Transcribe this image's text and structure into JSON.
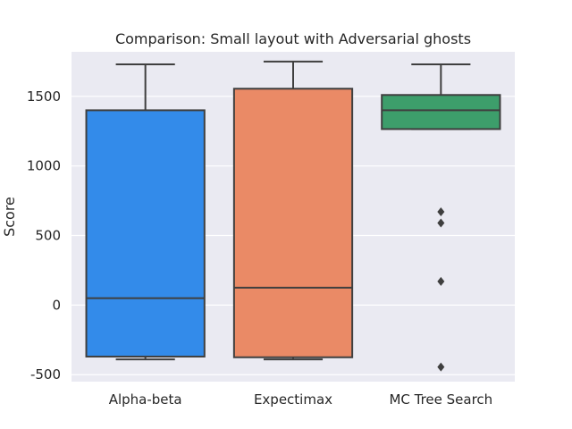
{
  "chart_data": {
    "type": "box",
    "title": "Comparison: Small layout with Adversarial ghosts",
    "xlabel": "",
    "ylabel": "Score",
    "ylim": [
      -550,
      1820
    ],
    "yticks": [
      -500,
      0,
      500,
      1000,
      1500
    ],
    "grid": true,
    "categories": [
      "Alpha-beta",
      "Expectimax",
      "MC Tree Search"
    ],
    "boxes": [
      {
        "name": "Alpha-beta",
        "whisker_low": -390,
        "q1": -370,
        "median": 50,
        "q3": 1400,
        "whisker_high": 1730,
        "outliers": [],
        "color": "#338bea"
      },
      {
        "name": "Expectimax",
        "whisker_low": -390,
        "q1": -375,
        "median": 125,
        "q3": 1555,
        "whisker_high": 1750,
        "outliers": [],
        "color": "#ea8a66"
      },
      {
        "name": "MC Tree Search",
        "whisker_low": 1265,
        "q1": 1265,
        "median": 1400,
        "q3": 1510,
        "whisker_high": 1730,
        "outliers": [
          670,
          590,
          170,
          -445
        ],
        "color": "#3d9e6b"
      }
    ],
    "colors": {
      "background": "#eaeaf2",
      "grid": "#ffffff",
      "line": "#3f3f3f"
    }
  }
}
